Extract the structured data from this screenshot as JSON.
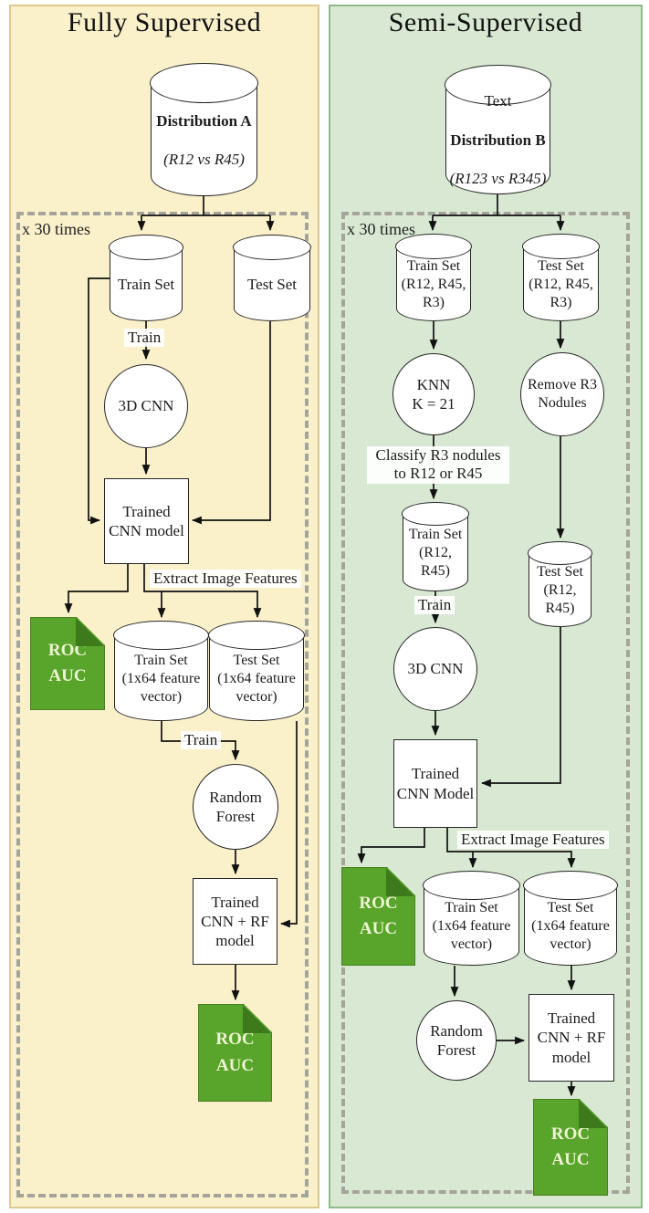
{
  "left": {
    "title": "Fully Supervised",
    "loop_label": "x 30 times",
    "dist_name": "Distribution A",
    "dist_sub": "(R12 vs R45)",
    "train_set": "Train Set",
    "test_set": "Test Set",
    "edge_train_1": "Train",
    "cnn": "3D CNN",
    "trained_cnn": "Trained\nCNN model",
    "edge_extract": "Extract Image Features",
    "roc_1": "ROC\nAUC",
    "train_64": "Train Set\n(1x64 feature\nvector)",
    "test_64": "Test Set\n(1x64 feature\nvector)",
    "edge_train_2": "Train",
    "random_forest": "Random\nForest",
    "trained_cnn_rf": "Trained\nCNN + RF\nmodel",
    "roc_2": "ROC\nAUC"
  },
  "right": {
    "title": "Semi-Supervised",
    "loop_label": "x 30 times",
    "dist_pre": "Text",
    "dist_name": "Distribution B",
    "dist_sub": "(R123 vs R345)",
    "train_set": "Train Set\n(R12, R45,\nR3)",
    "test_set": "Test Set\n(R12, R45,\nR3)",
    "knn": "KNN\nK = 21",
    "remove_r3": "Remove R3\nNodules",
    "edge_classify": "Classify R3 nodules\nto R12 or R45",
    "train_set_2": "Train Set\n(R12,\nR45)",
    "edge_train": "Train",
    "cnn": "3D CNN",
    "test_set_2": "Test Set\n(R12,\nR45)",
    "trained_cnn": "Trained\nCNN Model",
    "edge_extract": "Extract Image Features",
    "roc_1": "ROC\nAUC",
    "train_64": "Train Set\n(1x64 feature\nvector)",
    "test_64": "Test Set\n(1x64 feature\nvector)",
    "random_forest": "Random\nForest",
    "trained_cnn_rf": "Trained\nCNN + RF\nmodel",
    "roc_2": "ROC\nAUC"
  },
  "colors": {
    "left_panel_bg": "#faf0ca",
    "left_panel_border": "#ddc98e",
    "right_panel_bg": "#d9e8d3",
    "right_panel_border": "#8eba8a",
    "doc_green": "#59a42a",
    "doc_fold_green": "#3d7a1c",
    "doc_text": "#eef3d4",
    "dash_gray": "#a5a49b",
    "line_black": "#111111"
  }
}
